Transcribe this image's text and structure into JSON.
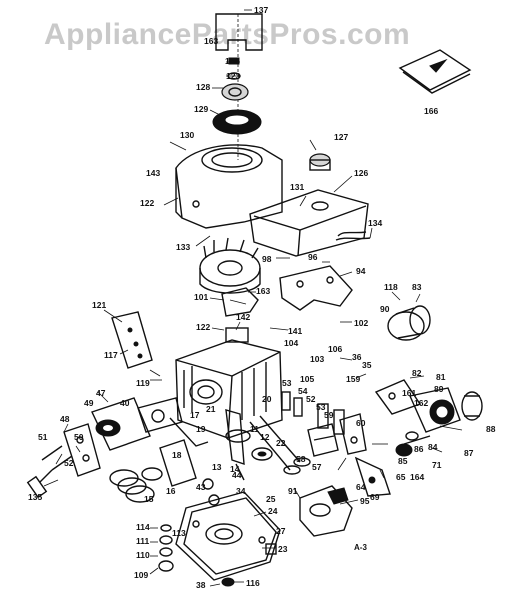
{
  "watermark": "AppliancePartsPros.com",
  "figure_code": "A-3",
  "callouts": {
    "137": "137",
    "163a": "163",
    "124": "124",
    "123": "123",
    "166": "166",
    "128": "128",
    "129": "129",
    "127": "127",
    "130": "130",
    "143": "143",
    "126": "126",
    "131": "131",
    "122a": "122",
    "133": "133",
    "134": "134",
    "98": "98",
    "96": "96",
    "94": "94",
    "163b": "163",
    "101": "101",
    "121": "121",
    "118": "118",
    "83": "83",
    "90": "90",
    "142": "142",
    "122b": "122",
    "141": "141",
    "102": "102",
    "104": "104",
    "117": "117",
    "106": "106",
    "36": "36",
    "35": "35",
    "103": "103",
    "119": "119",
    "105": "105",
    "159": "159",
    "53a": "53",
    "54": "54",
    "47": "47",
    "52a": "52",
    "53b": "53",
    "48": "48",
    "40": "40",
    "82": "82",
    "81": "81",
    "161": "161",
    "162": "162",
    "89": "89",
    "88": "88",
    "49": "49",
    "50": "50",
    "59": "59",
    "60": "60",
    "87": "87",
    "51": "51",
    "84": "84",
    "71": "71",
    "52b": "52",
    "65": "65",
    "164": "164",
    "64": "64",
    "69": "69",
    "135": "135",
    "15": "15",
    "16": "16",
    "91": "91",
    "95": "95",
    "114": "114",
    "111": "111",
    "110": "110",
    "109": "109",
    "113": "113",
    "38": "38",
    "116": "116",
    "23": "23",
    "24": "24",
    "27": "27",
    "25": "25",
    "11": "11",
    "12": "12",
    "22": "22",
    "13": "13",
    "14": "14",
    "18": "18",
    "19": "19",
    "20": "20",
    "17": "17",
    "21": "21",
    "57": "57",
    "58": "58",
    "34": "34",
    "43": "43",
    "44": "44",
    "85": "85",
    "86": "86"
  }
}
